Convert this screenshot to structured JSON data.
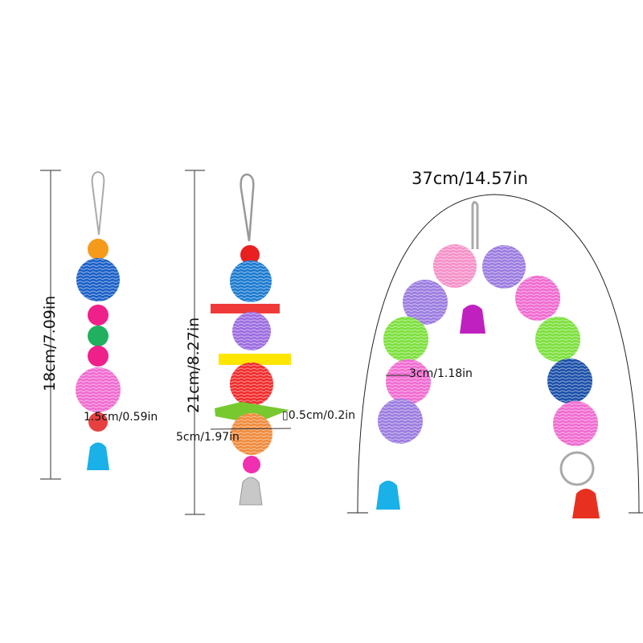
{
  "product": {
    "toys": [
      {
        "name": "toy-left",
        "height_label": "18cm/7.09in",
        "ball_label": "1.5cm/0.59in"
      },
      {
        "name": "toy-middle",
        "height_label": "21cm/8.27in",
        "width_label": "5cm/1.97in",
        "thickness_label": "▯0.5cm/0.2in"
      },
      {
        "name": "toy-arch",
        "width_label": "37cm/14.57in",
        "ball_label": "3cm/1.18in"
      }
    ]
  },
  "colors": {
    "blue": "#1a5fc7",
    "pink": "#f06ad0",
    "purple": "#9b7be0",
    "green": "#7be03a",
    "red": "#f02a2a",
    "orange": "#f08a3a",
    "yellow": "#ffe600",
    "cyan_bell": "#1ab0e8",
    "magenta_bell": "#c020c0",
    "red_bell": "#e83020",
    "silver": "#c8c8c8"
  }
}
